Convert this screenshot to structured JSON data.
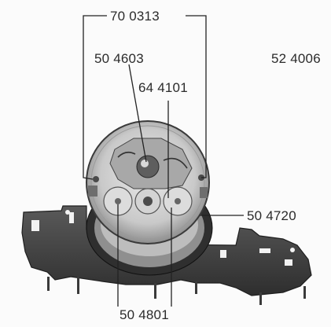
{
  "diagram": {
    "part_labels": {
      "top_bracket": "70 0313",
      "upper_left": "50 4603",
      "upper_center": "64 4101",
      "right_top": "52 4006",
      "right_middle": "50 4720",
      "bottom_center": "50 4801"
    }
  }
}
